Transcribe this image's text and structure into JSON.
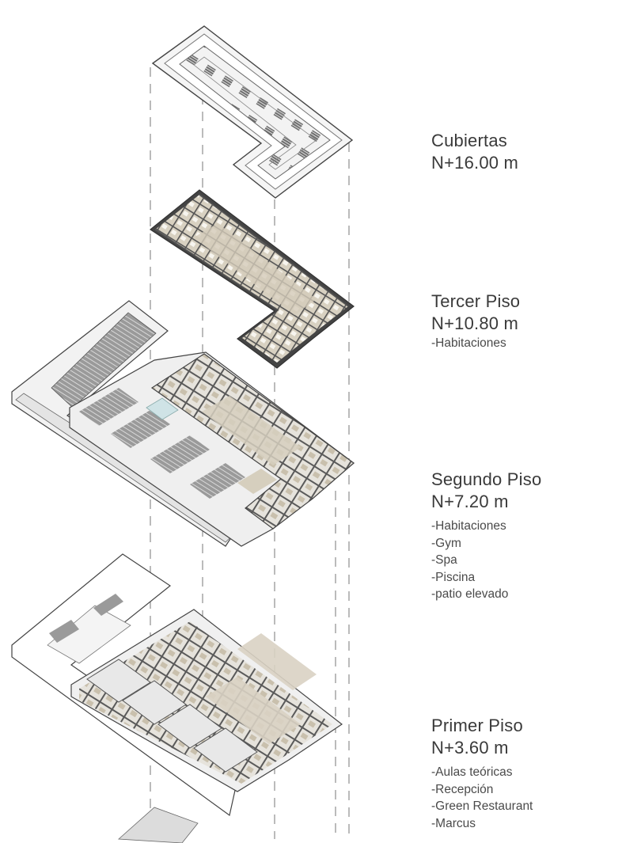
{
  "levels": {
    "roof": {
      "name": "Cubiertas",
      "elevation": "N+16.00 m",
      "program": []
    },
    "third": {
      "name": "Tercer Piso",
      "elevation": "N+10.80 m",
      "program": [
        "-Habitaciones"
      ]
    },
    "second": {
      "name": "Segundo Piso",
      "elevation": "N+7.20 m",
      "program": [
        "-Habitaciones",
        "-Gym",
        "-Spa",
        "-Piscina",
        "-patio elevado"
      ]
    },
    "first": {
      "name": "Primer Piso",
      "elevation": "N+3.60 m",
      "program": [
        "-Aulas teóricas",
        "-Recepción",
        "-Green Restaurant",
        "-Marcus"
      ]
    }
  },
  "colors": {
    "line": "#3c3c3c",
    "wall": "#5a5a5a",
    "floor_beige": "#d9d2c3",
    "floor_light": "#ececec",
    "roof_fill": "#f4f4f4",
    "louver": "#8c8c8c",
    "text": "#3a3a3a"
  }
}
